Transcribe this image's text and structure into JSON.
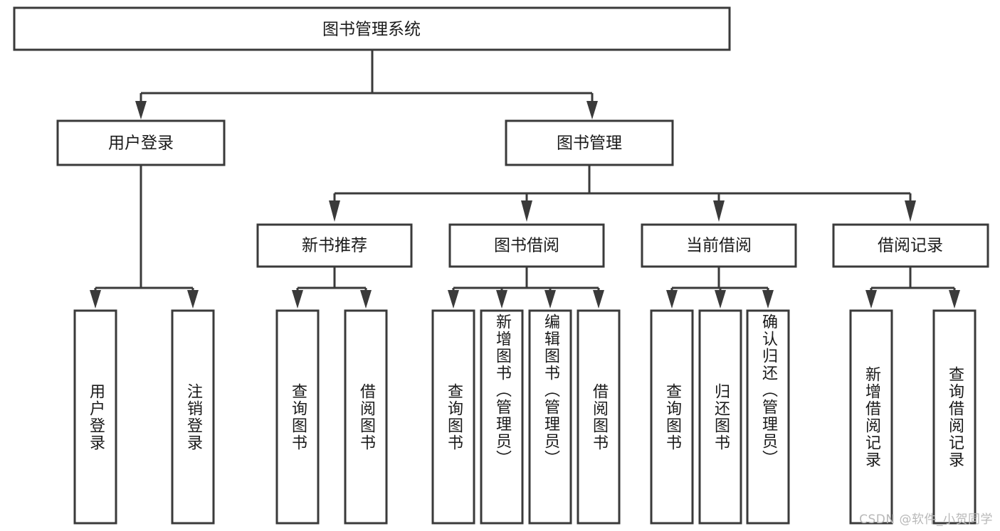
{
  "diagram": {
    "title": "图书管理系统",
    "watermark": "CSDN @软件_小贺同学",
    "colors": {
      "stroke": "#3a3a3a",
      "fill": "#ffffff",
      "text": "#1a1a1a",
      "watermark": "#b8b8b8",
      "background": "#ffffff"
    },
    "root": {
      "label": "图书管理系统"
    },
    "level2": [
      {
        "label": "用户登录"
      },
      {
        "label": "图书管理"
      }
    ],
    "level3": [
      {
        "label": "新书推荐"
      },
      {
        "label": "图书借阅"
      },
      {
        "label": "当前借阅"
      },
      {
        "label": "借阅记录"
      }
    ],
    "leaves": {
      "user_login": [
        {
          "label": "用户登录"
        },
        {
          "label": "注销登录"
        }
      ],
      "new_book": [
        {
          "label": "查询图书"
        },
        {
          "label": "借阅图书"
        }
      ],
      "book_borrow": [
        {
          "label": "查询图书"
        },
        {
          "label": "新增图书（管理员）"
        },
        {
          "label": "编辑图书（管理员）"
        },
        {
          "label": "借阅图书"
        }
      ],
      "current_borrow": [
        {
          "label": "查询图书"
        },
        {
          "label": "归还图书"
        },
        {
          "label": "确认归还（管理员）"
        }
      ],
      "borrow_record": [
        {
          "label": "新增借阅记录"
        },
        {
          "label": "查询借阅记录"
        }
      ]
    }
  }
}
